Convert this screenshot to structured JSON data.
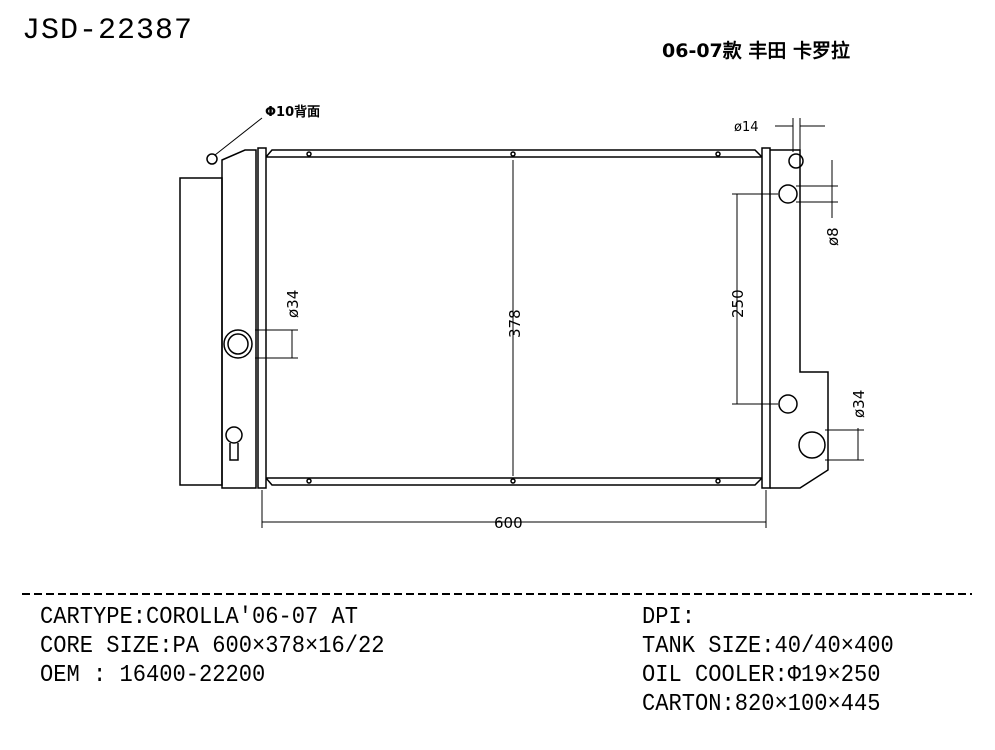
{
  "header": {
    "part_code": "JSD-22387",
    "model_cn": "06-07款 丰田 卡罗拉"
  },
  "drawing": {
    "mount_note": "Φ10背面",
    "dim_width": "600",
    "dim_height": "378",
    "dim_oil_cooler_spacing": "250",
    "dim_inlet_left": "ø34",
    "dim_outlet_right": "ø34",
    "dim_cap": "ø14",
    "dim_oil_fitting": "ø8"
  },
  "specs_left": {
    "cartype": "CARTYPE:COROLLA'06-07 AT",
    "core_size": "CORE SIZE:PA 600×378×16/22",
    "oem": "OEM : 16400-22200"
  },
  "specs_right": {
    "dpi": "DPI:",
    "tank_size": "TANK SIZE:40/40×400",
    "oil_cooler": "OIL COOLER:Φ19×250",
    "carton": "CARTON:820×100×445"
  }
}
